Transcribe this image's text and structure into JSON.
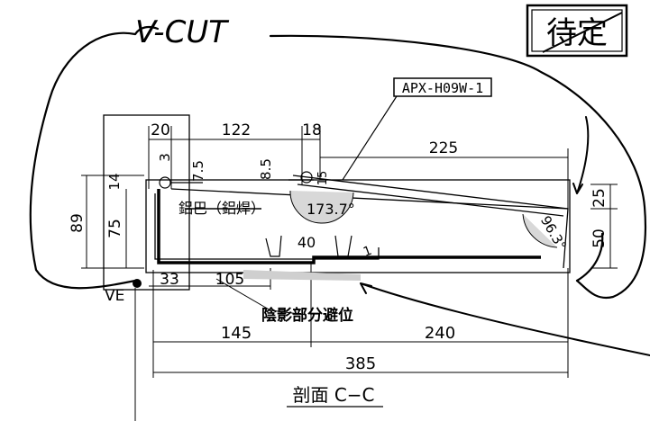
{
  "annotations": {
    "handwritten_note": "V-CUT",
    "stamp": "待定",
    "part_label": "APX-H09W-1",
    "material_note": "鋁巴（鋁焊）",
    "shading_note": "陰影部分避位",
    "ve_label": "VE",
    "section_title": "剖面 C−C"
  },
  "dimensions": {
    "top_20": "20",
    "top_122": "122",
    "top_18": "18",
    "top_225": "225",
    "d_3": "3",
    "d_7_5": "7.5",
    "d_8_5": "8.5",
    "d_15": "15",
    "d_14": "14",
    "d_89": "89",
    "d_75": "75",
    "d_25": "25",
    "d_50": "50",
    "angle_1": "173.7°",
    "angle_2": "96.3°",
    "d_40": "40",
    "d_1": "1",
    "d_33": "33",
    "d_105": "105",
    "d_145": "145",
    "d_240": "240",
    "d_385": "385"
  }
}
